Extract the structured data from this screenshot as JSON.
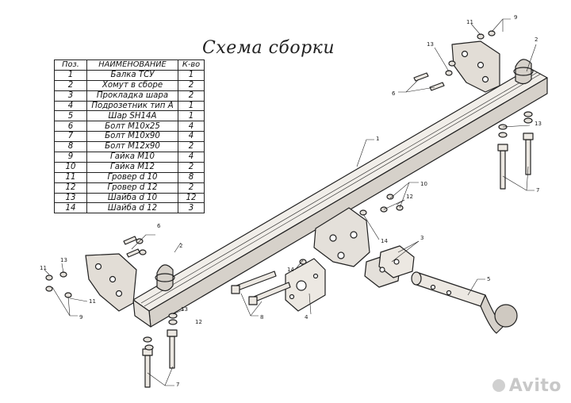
{
  "title": "Схема сборки",
  "table": {
    "headers": [
      "Поз.",
      "НАИМЕНОВАНИЕ",
      "К-во"
    ],
    "rows": [
      [
        "1",
        "Балка ТСУ",
        "1"
      ],
      [
        "2",
        "Хомут в сборе",
        "2"
      ],
      [
        "3",
        "Прокладка шара",
        "2"
      ],
      [
        "4",
        "Подрозетник тип А",
        "1"
      ],
      [
        "5",
        "Шар SH14A",
        "1"
      ],
      [
        "6",
        "Болт М10х25",
        "4"
      ],
      [
        "7",
        "Болт М10х90",
        "4"
      ],
      [
        "8",
        "Болт М12х90",
        "2"
      ],
      [
        "9",
        "Гайка М10",
        "4"
      ],
      [
        "10",
        "Гайка М12",
        "2"
      ],
      [
        "11",
        "Гровер d 10",
        "8"
      ],
      [
        "12",
        "Гровер d 12",
        "2"
      ],
      [
        "13",
        "Шайба d 10",
        "12"
      ],
      [
        "14",
        "Шайба d 12",
        "3"
      ]
    ]
  },
  "callouts": [
    "1",
    "2",
    "2",
    "3",
    "4",
    "5",
    "6",
    "6",
    "7",
    "7",
    "8",
    "9",
    "9",
    "10",
    "11",
    "11",
    "11",
    "12",
    "12",
    "13",
    "13",
    "13",
    "13",
    "14",
    "14"
  ],
  "watermark": "Avito",
  "colors": {
    "line": "#222222",
    "part_fill": "#ece8e2",
    "beam_fill": "#f1eee9",
    "shade": "#d6d1ca"
  }
}
